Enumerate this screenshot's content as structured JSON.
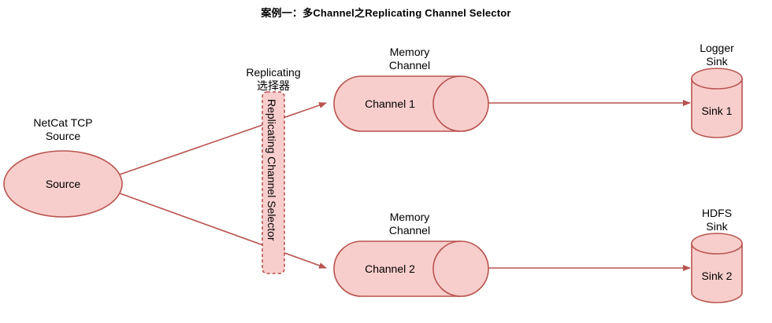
{
  "title": "案例一：多Channel之Replicating Channel Selector",
  "colors": {
    "fill": "#f8cecc",
    "stroke": "#b85450",
    "text": "#000000",
    "background": "#ffffff"
  },
  "nodes": {
    "source": {
      "caption": "NetCat TCP\nSource",
      "inner_label": "Source",
      "shape": "ellipse"
    },
    "selector": {
      "caption": "Replicating\n选择器",
      "inner_label": "Replicating Channel Selector",
      "shape": "dashed-rounded-rect-vertical"
    },
    "channel1": {
      "caption": "Memory\nChannel",
      "inner_label": "Channel 1",
      "shape": "horizontal-cylinder"
    },
    "channel2": {
      "caption": "Memory\nChannel",
      "inner_label": "Channel 2",
      "shape": "horizontal-cylinder"
    },
    "sink1": {
      "caption": "Logger\nSink",
      "inner_label": "Sink 1",
      "shape": "cylinder"
    },
    "sink2": {
      "caption": "HDFS\nSink",
      "inner_label": "Sink 2",
      "shape": "cylinder"
    }
  },
  "edges": [
    {
      "name": "source-to-channel1",
      "from": "source",
      "to": "channel1",
      "style": "diagonal-up"
    },
    {
      "name": "source-to-channel2",
      "from": "source",
      "to": "channel2",
      "style": "diagonal-down"
    },
    {
      "name": "channel1-to-sink1",
      "from": "channel1",
      "to": "sink1",
      "style": "horizontal"
    },
    {
      "name": "channel2-to-sink2",
      "from": "channel2",
      "to": "sink2",
      "style": "horizontal"
    }
  ]
}
